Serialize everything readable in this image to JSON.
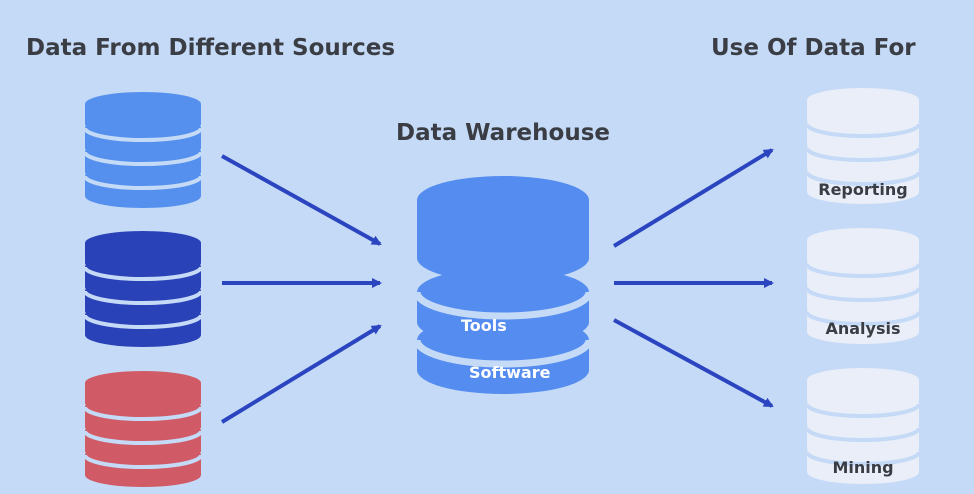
{
  "titles": {
    "sources": "Data From Different Sources",
    "warehouse": "Data Warehouse",
    "uses": "Use Of Data For"
  },
  "warehouse": {
    "layers": [
      "Tools",
      "Software"
    ]
  },
  "uses": [
    {
      "label": "Reporting"
    },
    {
      "label": "Analysis"
    },
    {
      "label": "Mining"
    }
  ],
  "colors": {
    "background": "#c4daf6",
    "source_1": "#5590ee",
    "source_2": "#2a42b8",
    "source_3": "#d05a66",
    "warehouse": "#558cf0",
    "use_db": "#e9eef8",
    "arrow": "#2b44c0",
    "text": "#3a3d44"
  }
}
